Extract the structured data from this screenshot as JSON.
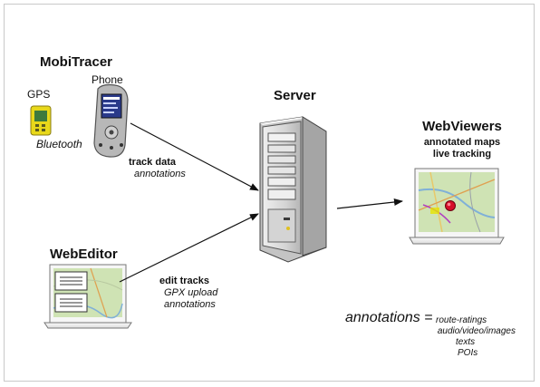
{
  "labels": {
    "mobitracer": "MobiTracer",
    "gps": "GPS",
    "phone": "Phone",
    "bluetooth": "Bluetooth",
    "server": "Server",
    "webviewers": "WebViewers",
    "webviewers_sub1": "annotated maps",
    "webviewers_sub2": "live tracking",
    "webeditor": "WebEditor",
    "track_data": "track data",
    "track_annotations": "annotations",
    "edit_tracks": "edit tracks",
    "gpx_upload": "GPX upload",
    "edit_annotations": "annotations"
  },
  "legend": {
    "term": "annotations =",
    "items": [
      "route-ratings",
      "audio/video/images",
      "texts",
      "POIs"
    ]
  },
  "colors": {
    "gps_device": "#e8d81a",
    "phone_body": "#b8b8b8",
    "phone_screen": "#2a3a8a",
    "server_body": "#d9d9d9",
    "map_green": "#cfe3b4",
    "map_road": "#7fb0d8",
    "marker_red": "#d6102a",
    "arrow": "#111111"
  }
}
